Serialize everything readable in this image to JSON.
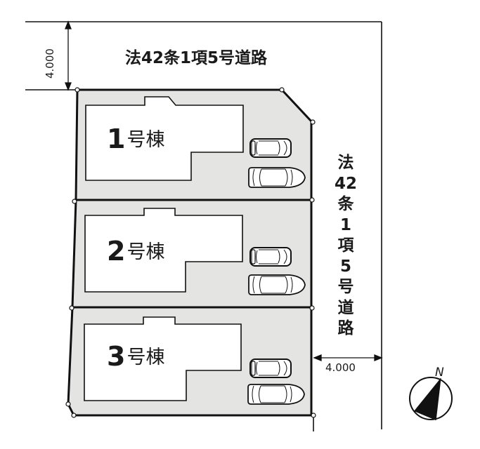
{
  "roads": {
    "top": {
      "label": "法42条1項5号道路",
      "width_label": "4.000"
    },
    "right": {
      "label_chars": [
        "法",
        "42",
        "条",
        "1",
        "項",
        "5",
        "号",
        "道",
        "路"
      ],
      "width_label": "4.000"
    }
  },
  "buildings": [
    {
      "number": "1",
      "suffix": "号棟",
      "parking_spaces": 2
    },
    {
      "number": "2",
      "suffix": "号棟",
      "parking_spaces": 2
    },
    {
      "number": "3",
      "suffix": "号棟",
      "parking_spaces": 2
    }
  ],
  "compass": {
    "label": "N"
  },
  "colors": {
    "lot_fill": "#e4e4e2",
    "building_fill": "#ffffff",
    "line": "#111111"
  }
}
